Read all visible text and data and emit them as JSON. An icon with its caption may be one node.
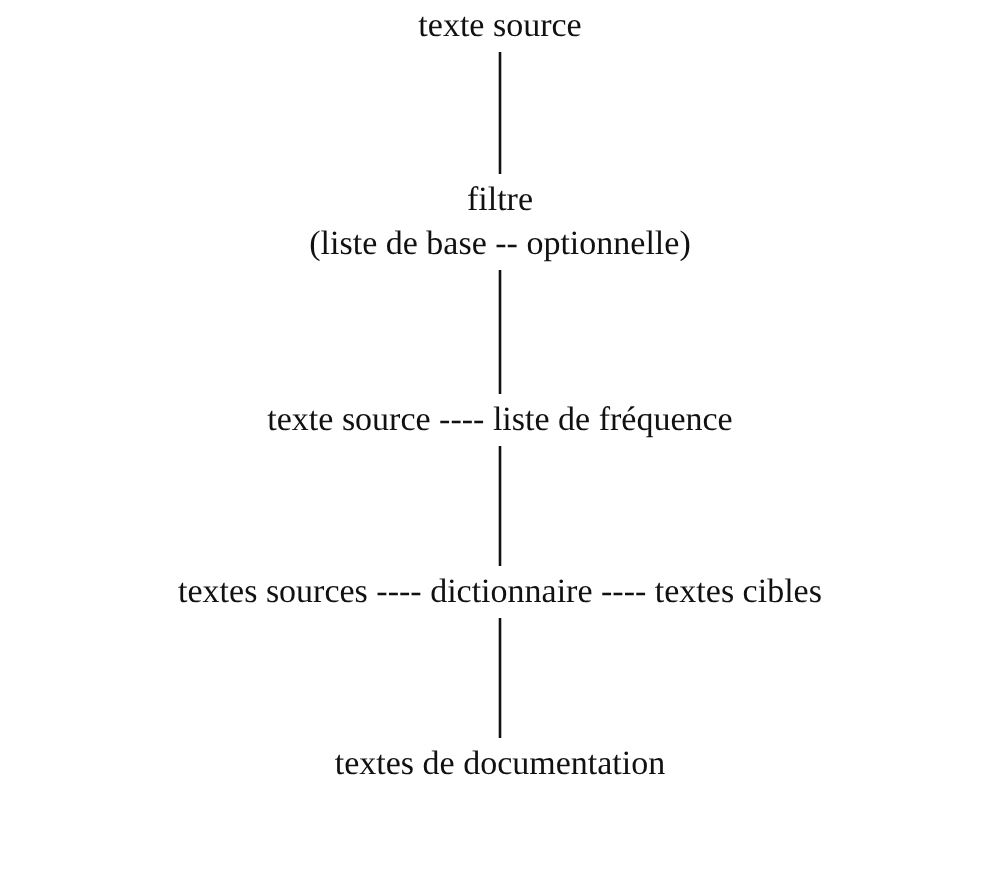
{
  "diagram": {
    "nodes": [
      {
        "text": [
          "texte source"
        ]
      },
      {
        "text": [
          "filtre",
          "(liste de base -- optionnelle)"
        ]
      },
      {
        "text": [
          "texte source ---- liste de fréquence"
        ]
      },
      {
        "text": [
          "textes sources ---- dictionnaire ---- textes cibles"
        ]
      },
      {
        "text": [
          "textes de documentation"
        ]
      }
    ],
    "edges": [
      {
        "from": 0,
        "to": 1,
        "arrow": "none"
      },
      {
        "from": 1,
        "to": 2,
        "arrow": "none"
      },
      {
        "from": 2,
        "to": 3,
        "arrow": "none"
      },
      {
        "from": 3,
        "to": 4,
        "arrow": "none"
      }
    ]
  }
}
